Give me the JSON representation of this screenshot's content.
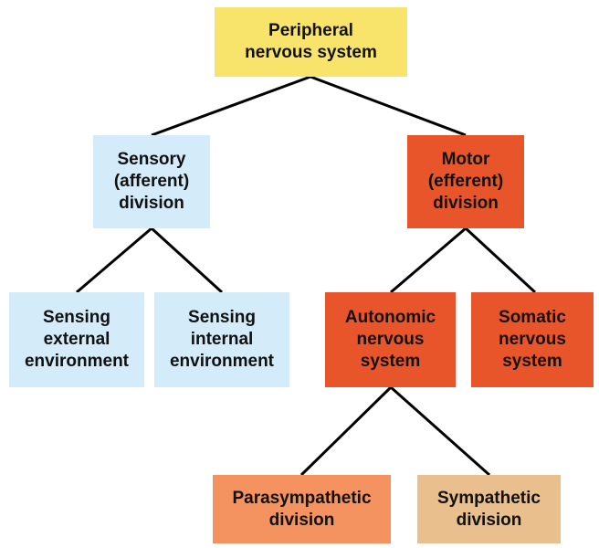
{
  "nodes": {
    "peripheral": {
      "label": "Peripheral\nnervous system",
      "color": "#F9E46B"
    },
    "sensory": {
      "label": "Sensory\n(afferent)\ndivision",
      "color": "#D4EBFA"
    },
    "motor": {
      "label": "Motor\n(efferent)\ndivision",
      "color": "#E9552B"
    },
    "sensing_external": {
      "label": "Sensing\nexternal\nenvironment",
      "color": "#D4EBFA"
    },
    "sensing_internal": {
      "label": "Sensing\ninternal\nenvironment",
      "color": "#D4EBFA"
    },
    "autonomic": {
      "label": "Autonomic\nnervous\nsystem",
      "color": "#E9552B"
    },
    "somatic": {
      "label": "Somatic\nnervous\nsystem",
      "color": "#E9552B"
    },
    "parasympathetic": {
      "label": "Parasympathetic\ndivision",
      "color": "#F4935F"
    },
    "sympathetic": {
      "label": "Sympathetic\ndivision",
      "color": "#E8BF8D"
    }
  },
  "line_color": "#000000"
}
